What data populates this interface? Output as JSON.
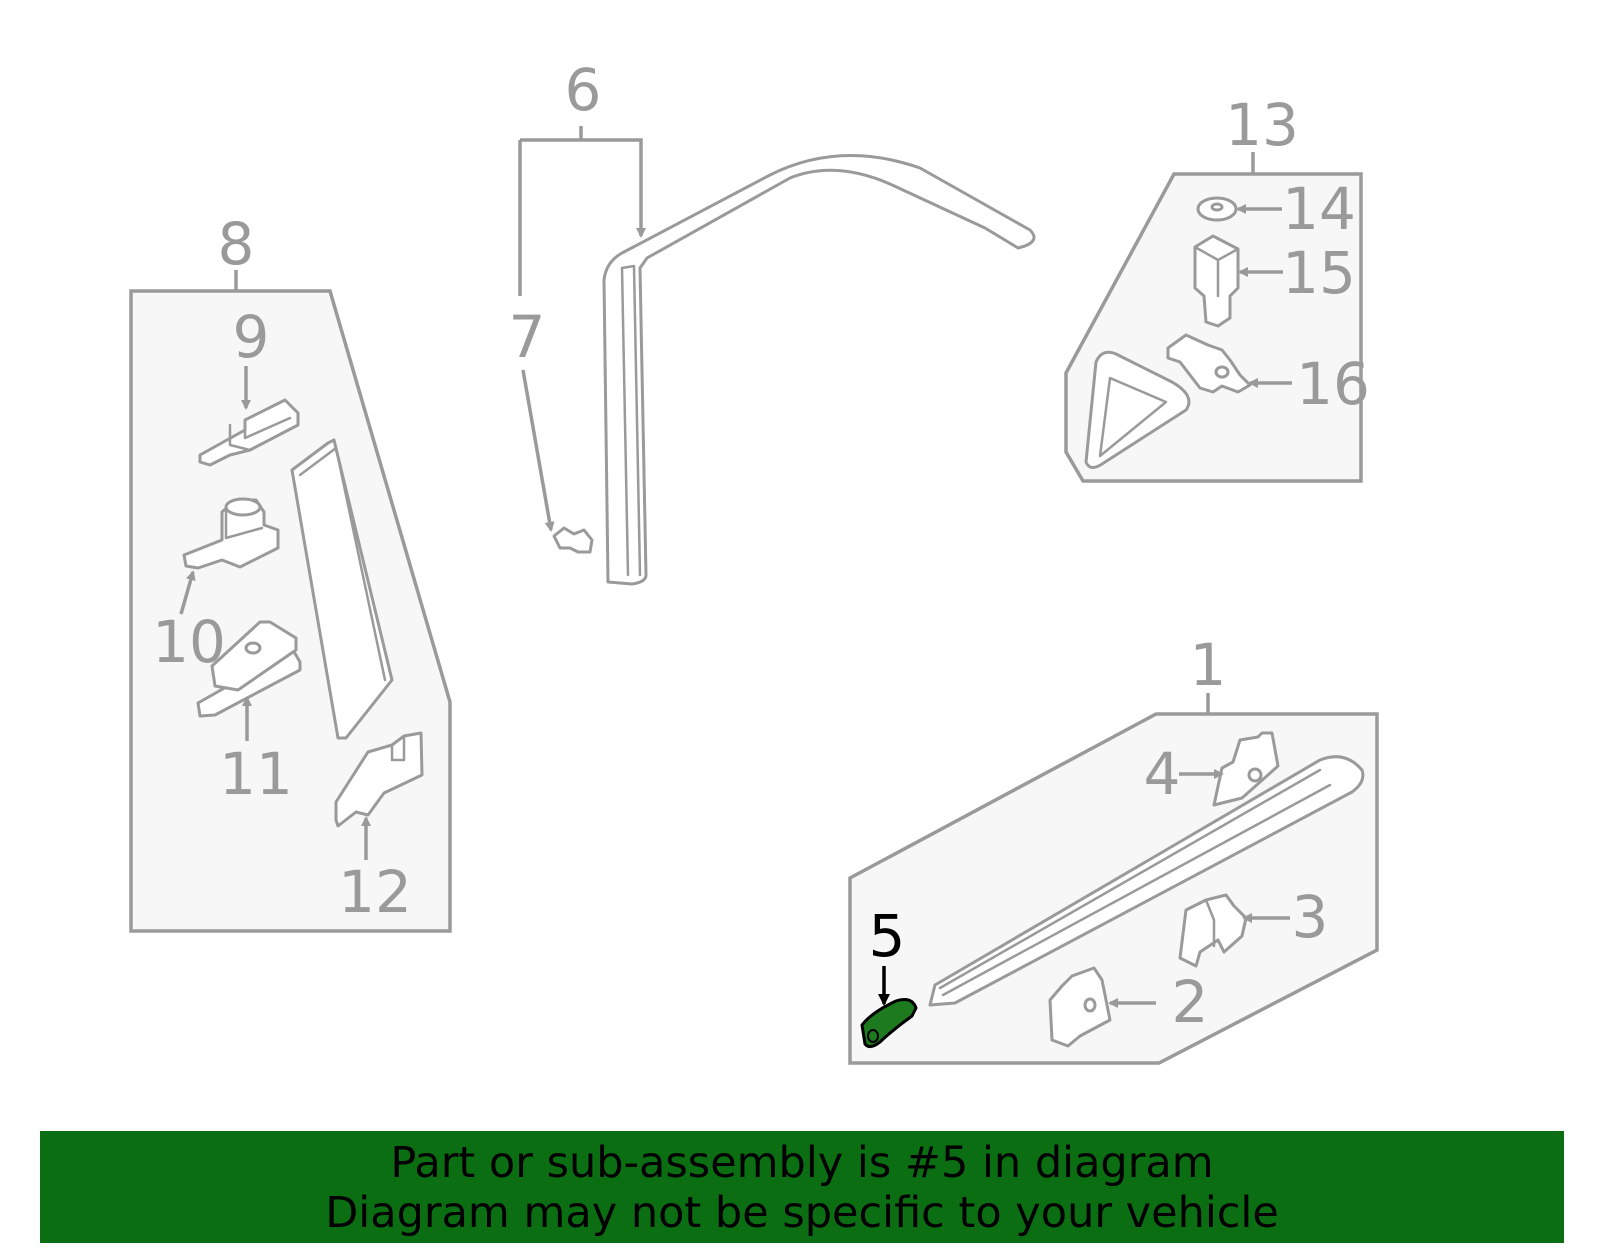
{
  "diagram": {
    "callouts": {
      "c1": "1",
      "c2": "2",
      "c3": "3",
      "c4": "4",
      "c5": "5",
      "c6": "6",
      "c7": "7",
      "c8": "8",
      "c9": "9",
      "c10": "10",
      "c11": "11",
      "c12": "12",
      "c13": "13",
      "c14": "14",
      "c15": "15",
      "c16": "16"
    },
    "highlighted_part": "5",
    "highlight_color": "#1e7a1e",
    "outline_color": "#9a9a9a"
  },
  "banner": {
    "line1": "Part or sub-assembly is #5 in diagram",
    "line2": "Diagram may not be specific to your vehicle",
    "background": "#0b6e12"
  }
}
